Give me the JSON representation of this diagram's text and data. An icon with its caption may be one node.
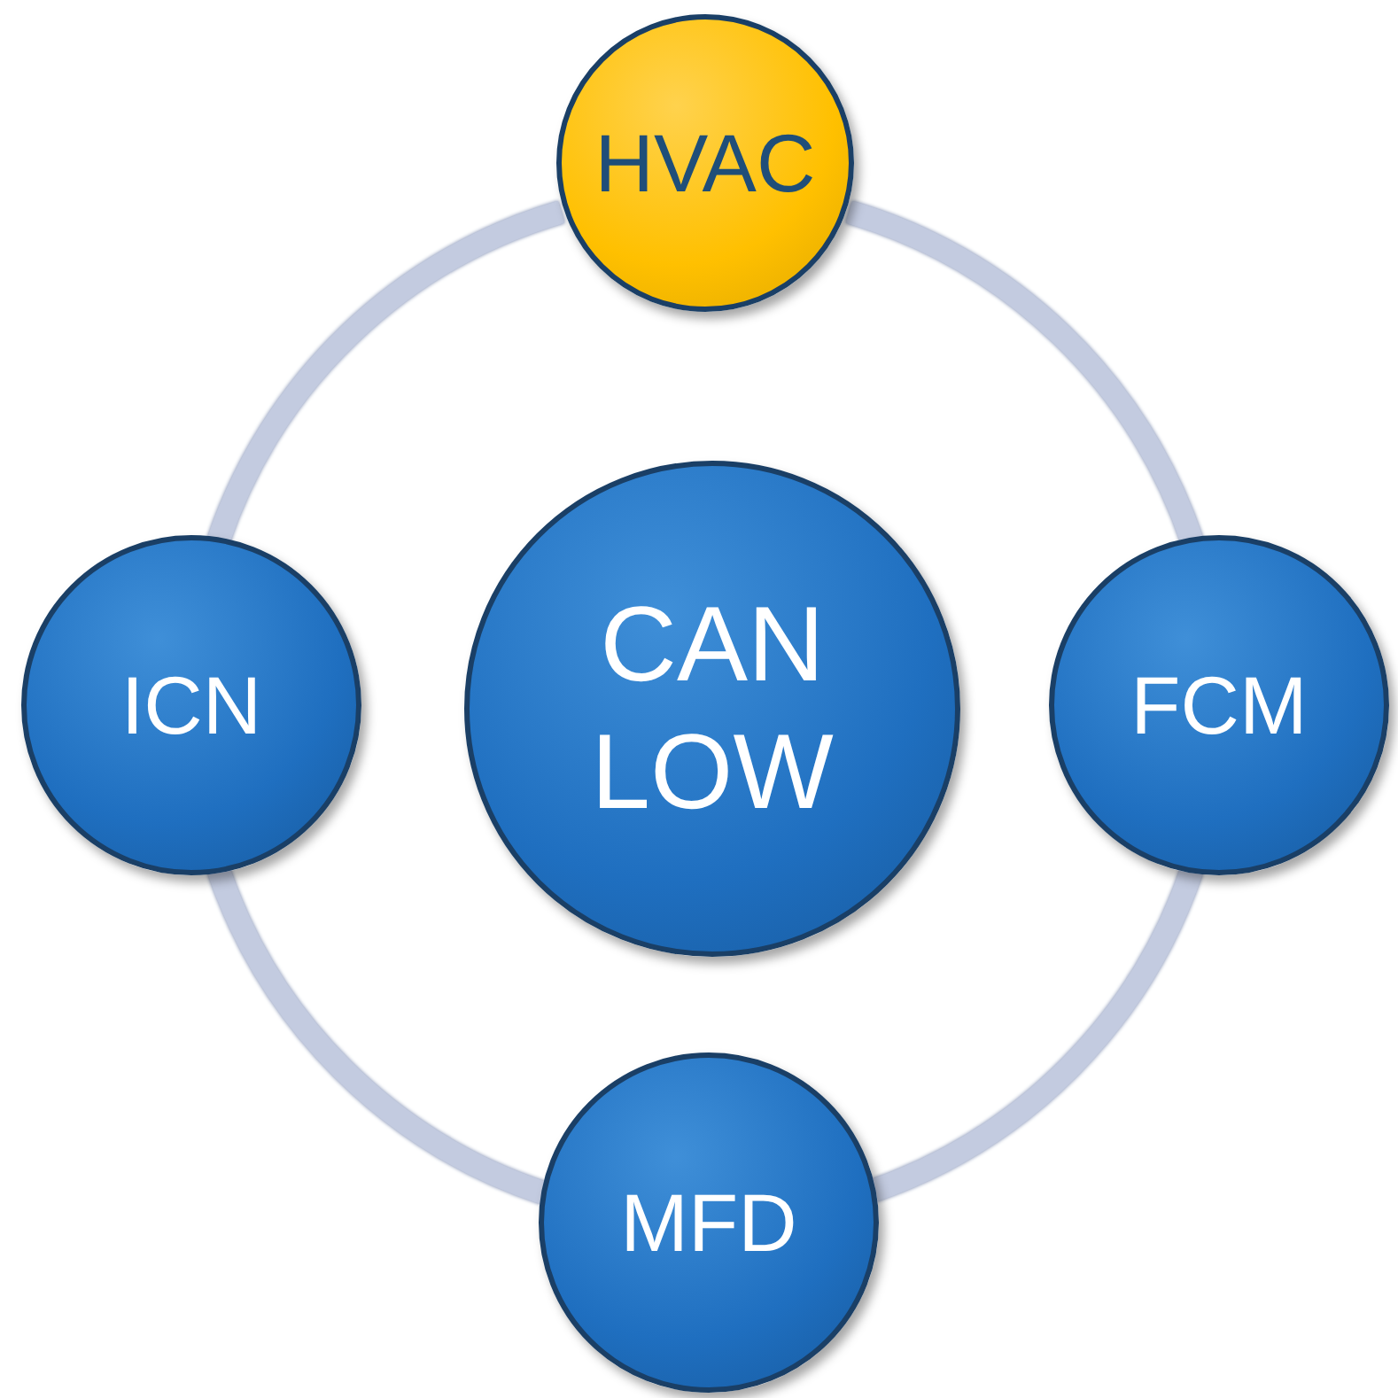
{
  "diagram": {
    "nodes": [
      {
        "text": [
          "HVAC"
        ]
      },
      {
        "text": [
          "ICN"
        ]
      },
      {
        "text": [
          "CAN LOW"
        ]
      },
      {
        "text": [
          "FCM"
        ]
      },
      {
        "text": [
          "MFD"
        ]
      }
    ],
    "edges": [
      {
        "from": 0,
        "to": 3,
        "arrow": "none"
      },
      {
        "from": 3,
        "to": 4,
        "arrow": "none"
      },
      {
        "from": 4,
        "to": 1,
        "arrow": "none"
      },
      {
        "from": 1,
        "to": 0,
        "arrow": "none"
      }
    ]
  }
}
